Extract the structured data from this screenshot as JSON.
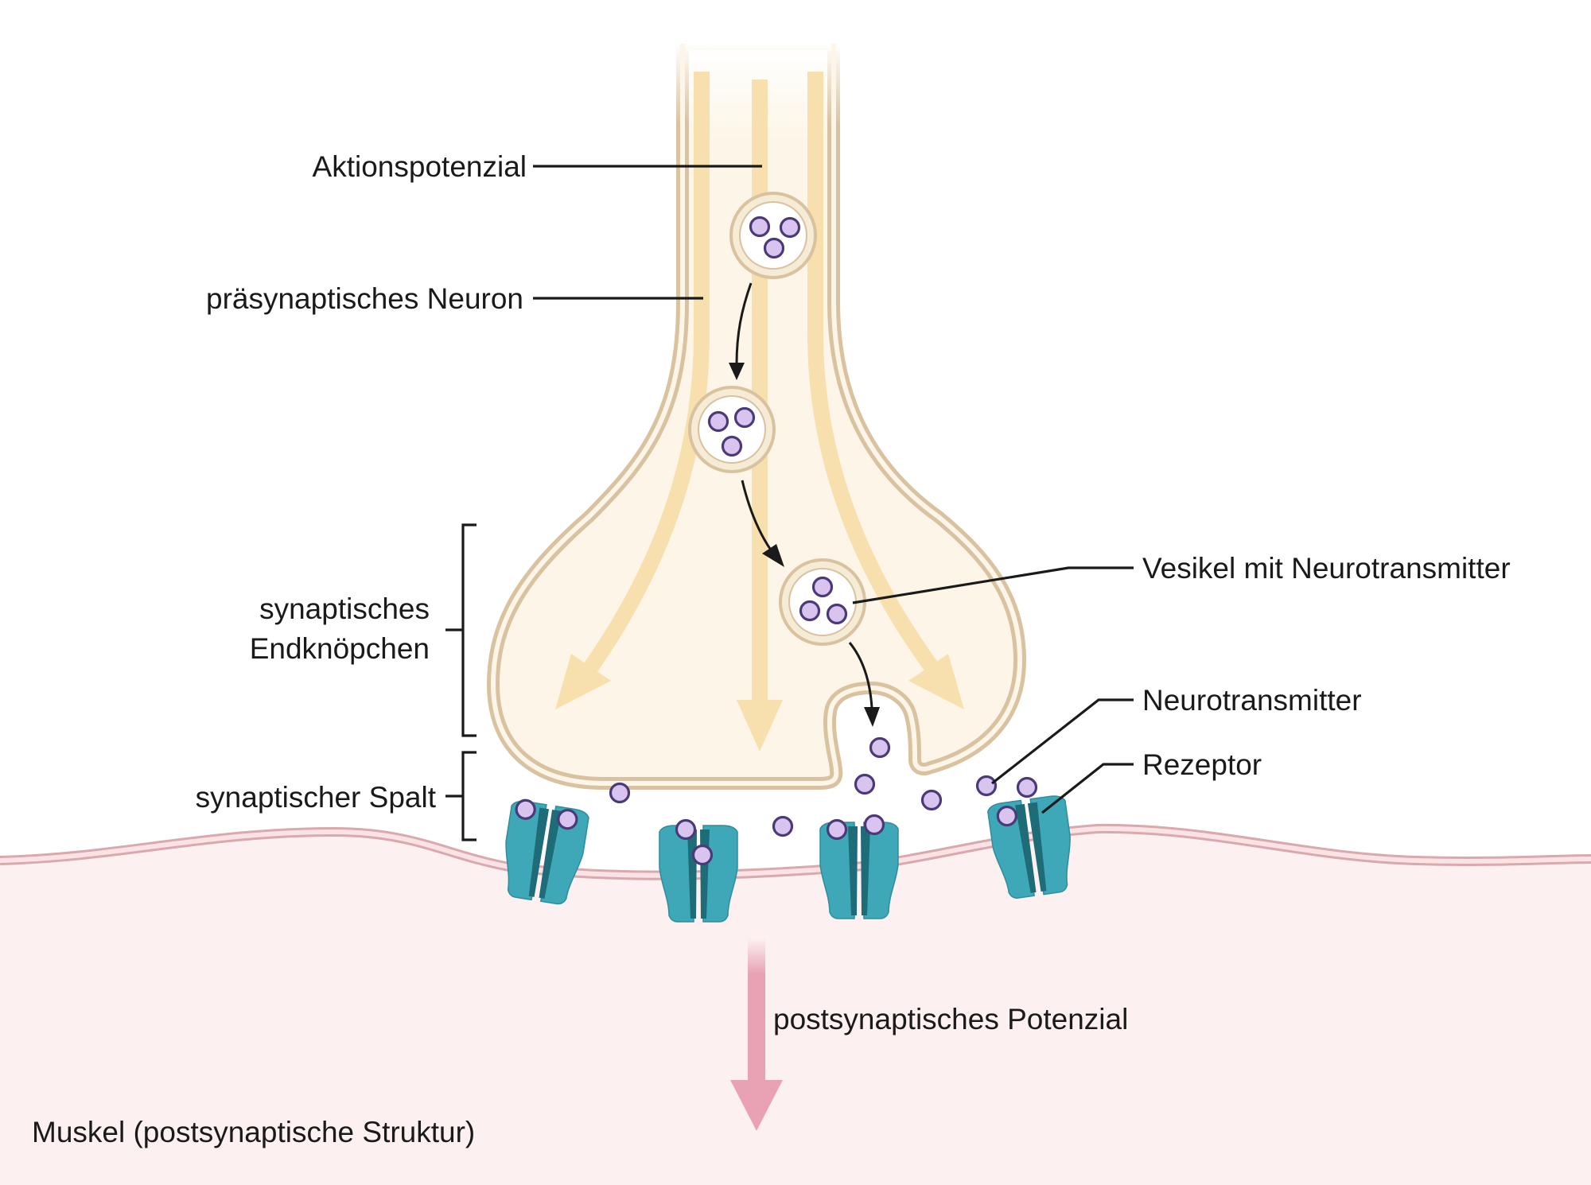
{
  "labels": {
    "aktionspotenzial": "Aktionspotenzial",
    "praesynaptisches_neuron": "präsynaptisches Neuron",
    "endknoepchen_line1": "synaptisches",
    "endknoepchen_line2": "Endknöpchen",
    "spalt": "synaptischer Spalt",
    "vesikel": "Vesikel mit Neurotransmitter",
    "neurotransmitter": "Neurotransmitter",
    "rezeptor": "Rezeptor",
    "postsynaptisches_potenzial": "postsynaptisches Potenzial",
    "muskel": "Muskel (postsynaptische Struktur)"
  },
  "colors": {
    "neuron_fill": "#fdf6e8",
    "neuron_membrane": "#d9c2a0",
    "flow_arrows": "#f8dfae",
    "neurotransmitter": "#d9c4ef",
    "neurotransmitter_outline": "#4b3a78",
    "receptor": "#3ea8b8",
    "receptor_dark": "#1f6c79",
    "muscle_fill": "#fdf0f0",
    "muscle_membrane": "#d8a9ad",
    "potential_arrow": "#e8a2b4"
  }
}
